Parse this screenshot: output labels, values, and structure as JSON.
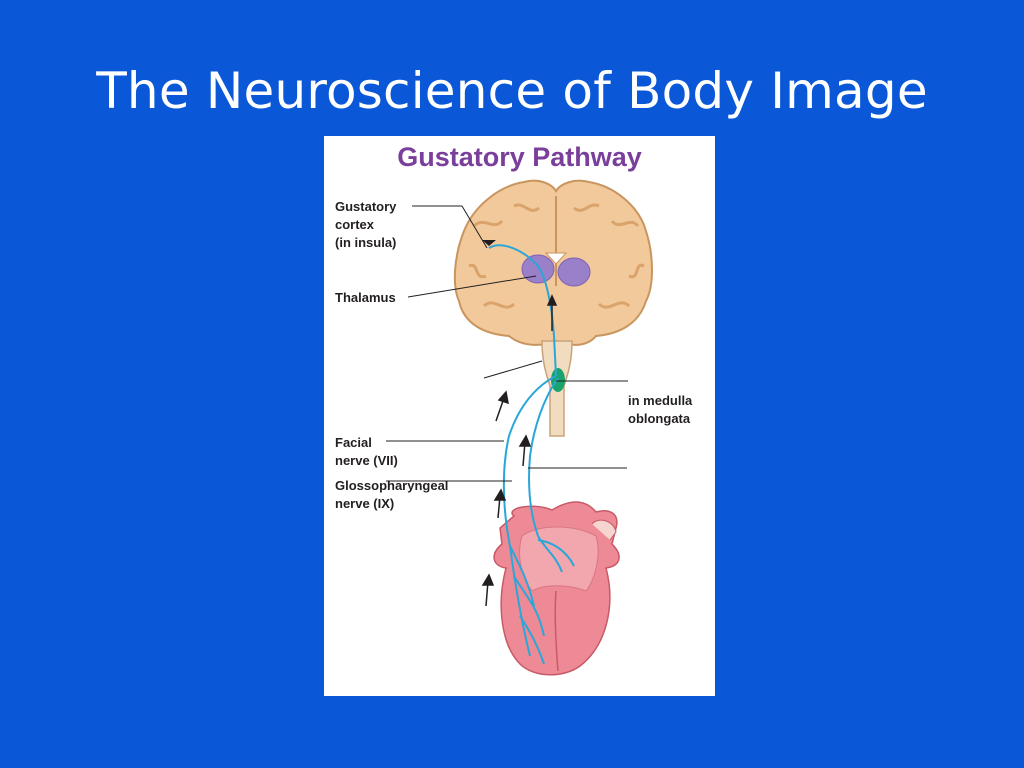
{
  "slide": {
    "title": "The Neuroscience of Body Image",
    "background": "#0a58d8"
  },
  "figure": {
    "title": "Gustatory Pathway",
    "title_color": "#7a3f9a",
    "nerve_color": "#2aa7d8",
    "labels": {
      "gustatory_cortex": [
        "Gustatory",
        "cortex",
        "(in insula)"
      ],
      "thalamus": "Thalamus",
      "medulla": [
        "in medulla",
        "oblongata"
      ],
      "facial_nerve": [
        "Facial",
        "nerve (VII)"
      ],
      "glossopharyngeal_nerve": [
        "Glossopharyngeal",
        "nerve (IX)"
      ]
    }
  }
}
